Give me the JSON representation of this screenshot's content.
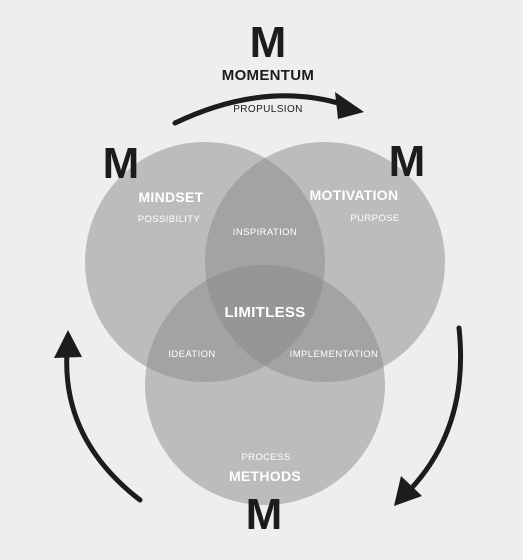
{
  "top": {
    "letter": "M",
    "title": "MOMENTUM",
    "subtitle": "PROPULSION"
  },
  "mindset": {
    "letter": "M",
    "title": "MINDSET",
    "subtitle": "POSSIBILITY"
  },
  "motivation": {
    "letter": "M",
    "title": "MOTIVATION",
    "subtitle": "PURPOSE"
  },
  "methods": {
    "letter": "M",
    "title": "METHODS",
    "subtitle": "PROCESS"
  },
  "overlaps": {
    "inspiration": "INSPIRATION",
    "ideation": "IDEATION",
    "implementation": "IMPLEMENTATION",
    "center": "LIMITLESS"
  },
  "colors": {
    "background": "#eeeeef",
    "circle_fill": "#8a8a8a",
    "arrow": "#1c1c1c",
    "text_dark": "#1c1c1c",
    "text_light": "#ffffff"
  }
}
